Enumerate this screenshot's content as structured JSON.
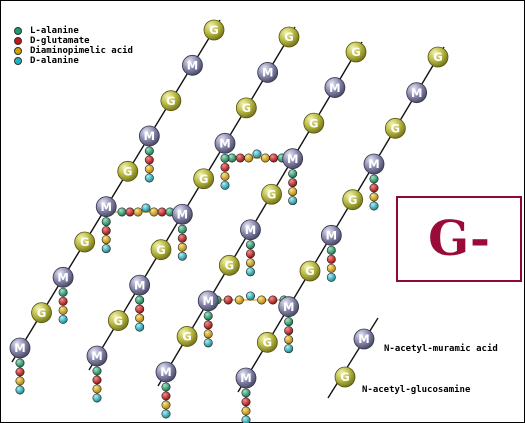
{
  "legend": [
    {
      "label": "L-alanine",
      "color": "#1f9a6a"
    },
    {
      "label": "D-glutamate",
      "color": "#c01818"
    },
    {
      "label": "Diaminopimelic acid",
      "color": "#d4a300"
    },
    {
      "label": "D-alanine",
      "color": "#20b4c0"
    }
  ],
  "gram_label": "G-",
  "bead_labels": {
    "glucosamine": "G",
    "muramic": "M"
  },
  "key": {
    "muramic_label": "N-acetyl-muramic acid",
    "glucosamine_label": "N-acetyl-glucosamine"
  },
  "colors": {
    "g_bead": "#a8a836",
    "m_bead": "#7a7aa0",
    "accent": "#9b0b3a",
    "bridge": "#e0a040"
  }
}
